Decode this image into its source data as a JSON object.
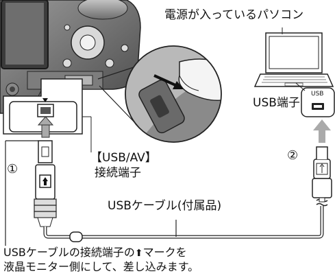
{
  "labels": {
    "pc_title": "電源が入っているパソコン",
    "usb_port": "USB端子",
    "usb_tiny": "USB",
    "usb_av_line1": "【USB/AV】",
    "usb_av_line2": "接続端子",
    "cable": "USBケーブル(付属品)",
    "step1": "①",
    "step2": "②",
    "note_line1": "USBケーブルの接続端子の",
    "note_arrow": "⬆",
    "note_line1b": "マークを",
    "note_line2": "液晶モニター側にして、差し込みます。"
  },
  "icons": [
    "camera-illustration",
    "laptop-icon",
    "usb-symbol-icon",
    "arrow-up-icon"
  ]
}
